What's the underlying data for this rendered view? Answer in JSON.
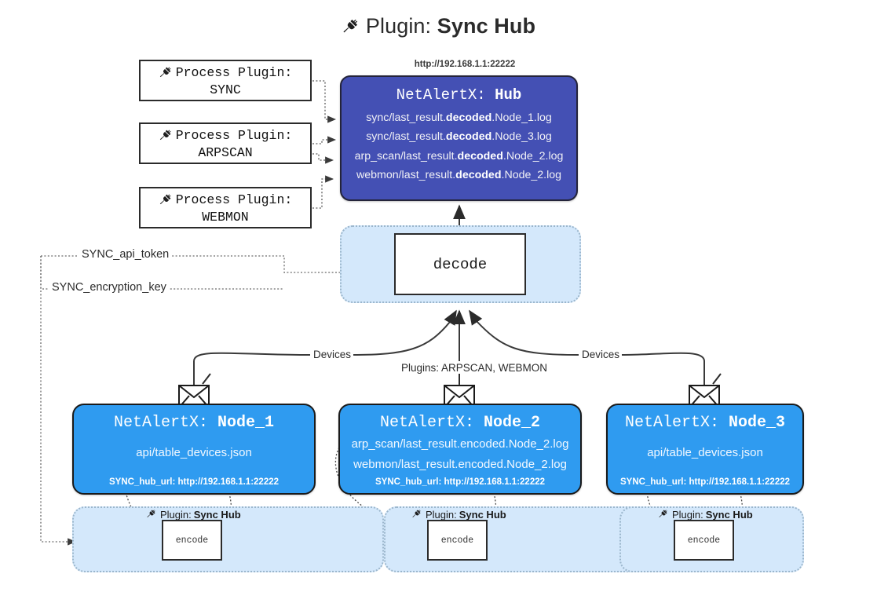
{
  "title": {
    "icon": "plug-icon",
    "prefix": "Plugin:",
    "name": "Sync Hub"
  },
  "process_plugins": [
    {
      "icon": "plug-icon",
      "line1": "Process Plugin:",
      "line2": "SYNC"
    },
    {
      "icon": "plug-icon",
      "line1": "Process Plugin:",
      "line2": "ARPSCAN"
    },
    {
      "icon": "plug-icon",
      "line1": "Process Plugin:",
      "line2": "WEBMON"
    }
  ],
  "hub": {
    "url": "http://192.168.1.1:22222",
    "title_prefix": "NetAlertX:",
    "title_name": "Hub",
    "logs": [
      {
        "pre": "sync/last_result.",
        "em": "decoded",
        "post": ".Node_1.log"
      },
      {
        "pre": "sync/last_result.",
        "em": "decoded",
        "post": ".Node_3.log"
      },
      {
        "pre": "arp_scan/last_result.",
        "em": "decoded",
        "post": ".Node_2.log"
      },
      {
        "pre": "webmon/last_result.",
        "em": "decoded",
        "post": ".Node_2.log"
      }
    ]
  },
  "decode": {
    "label": "decode"
  },
  "config_keys": [
    {
      "label": "SYNC_api_token"
    },
    {
      "label": "SYNC_encryption_key"
    }
  ],
  "edge_labels": {
    "devices_left": "Devices",
    "devices_right": "Devices",
    "plugins_center": "Plugins: ARPSCAN, WEBMON"
  },
  "nodes": [
    {
      "id": "node1",
      "title_prefix": "NetAlertX:",
      "title_name": "Node_1",
      "lines": [
        "api/table_devices.json"
      ],
      "footer": "SYNC_hub_url: http://192.168.1.1:22222",
      "mail_icon": "envelope-icon"
    },
    {
      "id": "node2",
      "title_prefix": "NetAlertX:",
      "title_name": "Node_2",
      "lines": [
        "arp_scan/last_result.encoded.Node_2.log",
        "webmon/last_result.encoded.Node_2.log"
      ],
      "footer": "SYNC_hub_url: http://192.168.1.1:22222",
      "mail_icon": "envelope-icon"
    },
    {
      "id": "node3",
      "title_prefix": "NetAlertX:",
      "title_name": "Node_3",
      "lines": [
        "api/table_devices.json"
      ],
      "footer": "SYNC_hub_url: http://192.168.1.1:22222",
      "mail_icon": "envelope-icon"
    }
  ],
  "encoders": [
    {
      "icon": "plug-icon",
      "label_prefix": "Plugin:",
      "label_name": "Sync Hub",
      "box": "encode"
    },
    {
      "icon": "plug-icon",
      "label_prefix": "Plugin:",
      "label_name": "Sync Hub",
      "box": "encode"
    },
    {
      "icon": "plug-icon",
      "label_prefix": "Plugin:",
      "label_name": "Sync Hub",
      "box": "encode"
    }
  ],
  "colors": {
    "hub_fill": "#4450b4",
    "node_fill": "#2f9bf0",
    "container_fill": "#d4e8fb",
    "stroke": "#2b2b2b"
  }
}
